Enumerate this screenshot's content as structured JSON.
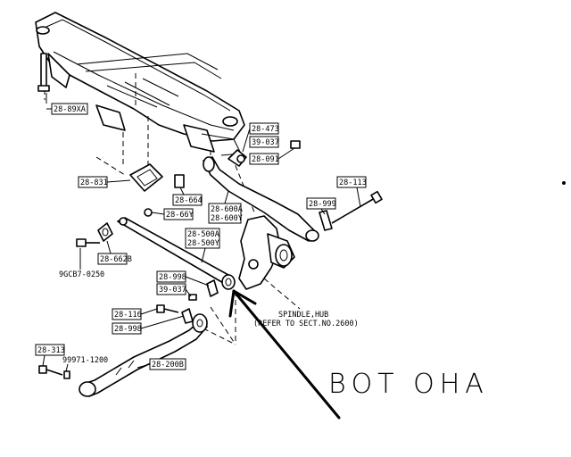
{
  "labels": {
    "l_2889xa": "28-89XA",
    "l_28473": "28-473",
    "l_39037a": "39-037",
    "l_28091": "28-091",
    "l_28831": "28-831",
    "l_28664": "28-664",
    "l_2866y": "28-66Y",
    "l_28600a": "28-600A",
    "l_28600y": "28-600Y",
    "l_28113": "28-113",
    "l_28999": "28-999",
    "l_28500a": "28-500A",
    "l_28500y": "28-500Y",
    "l_28662b": "28-662B",
    "l_9gcb7": "9GCB7-0250",
    "l_28998a": "28-998",
    "l_39037b": "39-037",
    "l_28116": "28-116",
    "l_28998b": "28-998",
    "l_28313": "28-313",
    "l_99971": "99971-1200",
    "l_28200b": "28-200B"
  },
  "notes": {
    "spindle_line1": "SPINDLE,HUB",
    "spindle_line2": "(REFER TO SECT.NO.2600)"
  },
  "annotation": {
    "handwritten": "ВОТ ОНА"
  }
}
